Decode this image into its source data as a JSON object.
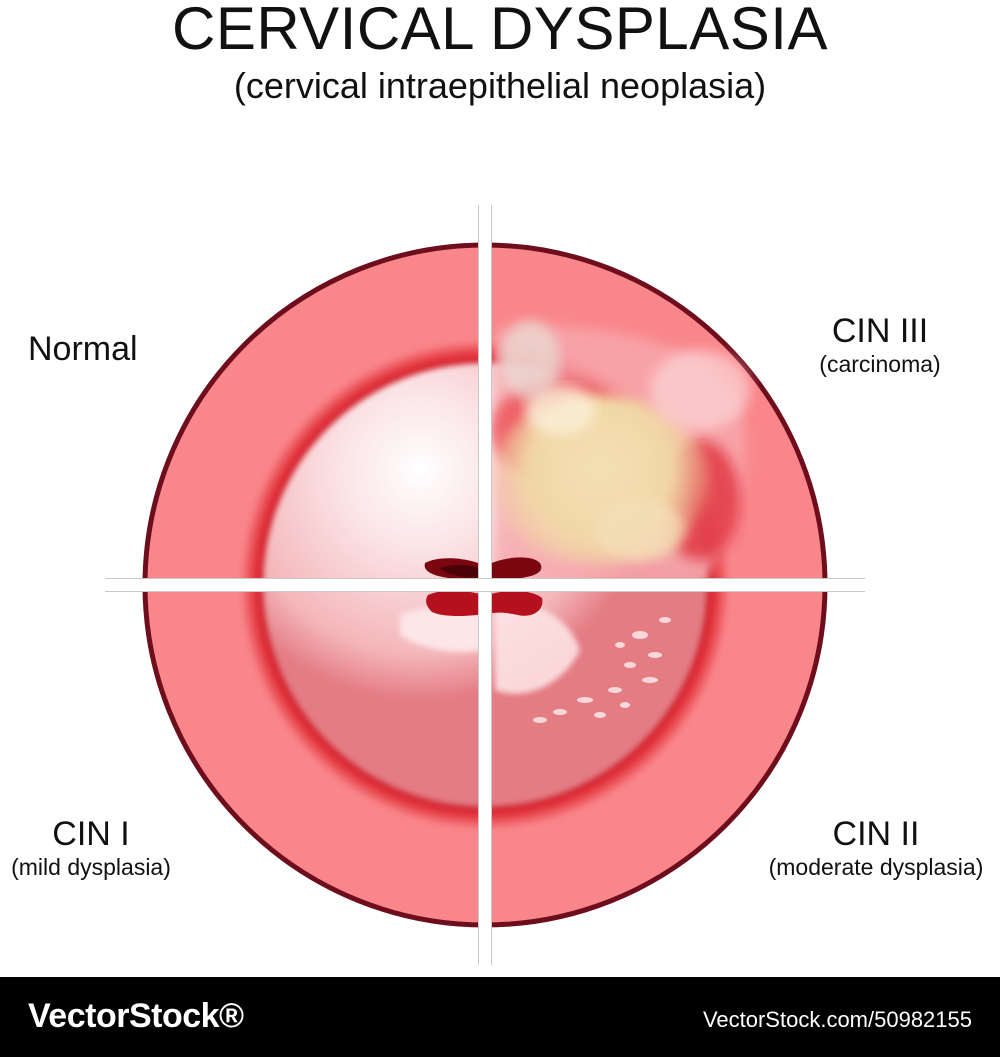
{
  "title": "CERVICAL DYSPLASIA",
  "subtitle": "(cervical intraepithelial neoplasia)",
  "quadrants": {
    "normal": {
      "label": "Normal"
    },
    "cin3": {
      "label": "CIN III",
      "sublabel": "(carcinoma)"
    },
    "cin1": {
      "label": "CIN I",
      "sublabel": "(mild dysplasia)"
    },
    "cin2": {
      "label": "CIN II",
      "sublabel": "(moderate dysplasia)"
    }
  },
  "colors": {
    "outer_rim": "#f9868a",
    "rim_border": "#6e0d1c",
    "inner_dark": "#c7101c",
    "dome_light": "#fbe3e5",
    "os": "#7a0610",
    "lesion": "#f1d7a6"
  },
  "footer": {
    "brand": "VectorStock®",
    "image_id": "VectorStock.com/50982155"
  }
}
